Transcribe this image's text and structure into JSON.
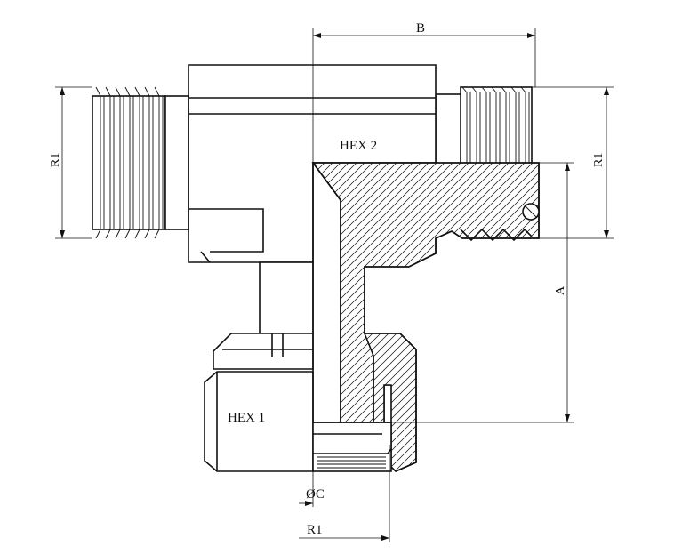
{
  "labels": {
    "dim_b": "B",
    "dim_a": "A",
    "dim_r1_left": "R1",
    "dim_r1_right": "R1",
    "dim_r1_bottom": "R1",
    "dim_c": "ØC",
    "hex1": "HEX 1",
    "hex2": "HEX 2"
  }
}
